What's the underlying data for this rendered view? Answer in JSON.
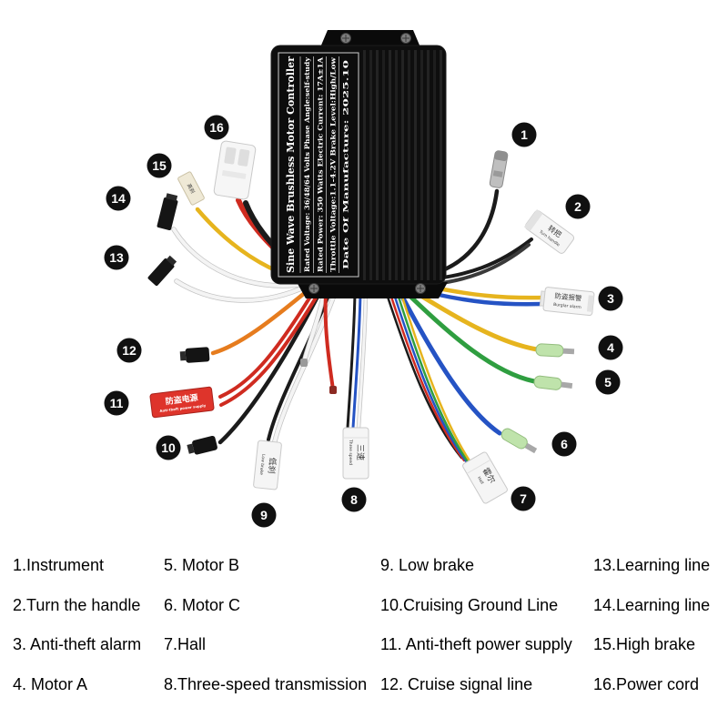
{
  "controller_label": {
    "line1": "Sine Wave Brushless Motor Controller",
    "line2": "Rated Voltage: 36/48/64 Volts    Phase Angle:self-study",
    "line3": "Rated Power: 350 Watts    Electric Current: 17A±1A",
    "line4": "Throttle Voltage:1.1-4.2V    Brake Level:High/Low",
    "line5": "Date Of Manufacture:  2025.10"
  },
  "connectors": {
    "turn_handle_cn": "转把",
    "turn_handle_en": "Turn handle",
    "burglar_alarm_cn": "防盗报警",
    "burglar_alarm_en": "Burglar alarm",
    "hall_cn": "霍尔",
    "hall_en": "Hall",
    "three_speed_cn": "三速",
    "three_speed_en": "Three speed",
    "low_brake_cn": "低刹",
    "low_brake_en": "Low brake",
    "anti_theft_power_cn": "防盗电源",
    "anti_theft_power_en": "Anti-theft power supply",
    "high_brake_cn": "高刹"
  },
  "callouts": [
    "1",
    "2",
    "3",
    "4",
    "5",
    "6",
    "7",
    "8",
    "9",
    "10",
    "11",
    "12",
    "13",
    "14",
    "15",
    "16"
  ],
  "legend": [
    [
      "1.Instrument",
      "2.Turn the handle",
      "3. Anti-theft alarm",
      "4. Motor A"
    ],
    [
      "5. Motor B",
      "6. Motor C",
      "7.Hall",
      "8.Three-speed transmission"
    ],
    [
      "9. Low brake",
      "10.Cruising Ground Line",
      "11. Anti-theft power supply",
      "12. Cruise signal line"
    ],
    [
      "13.Learning line",
      "14.Learning line",
      "15.High brake",
      "16.Power cord"
    ]
  ],
  "colors": {
    "callout_bg": "#101010",
    "anti_theft_connector": "#de342b",
    "motor_terminal": "#bfe3ab"
  }
}
